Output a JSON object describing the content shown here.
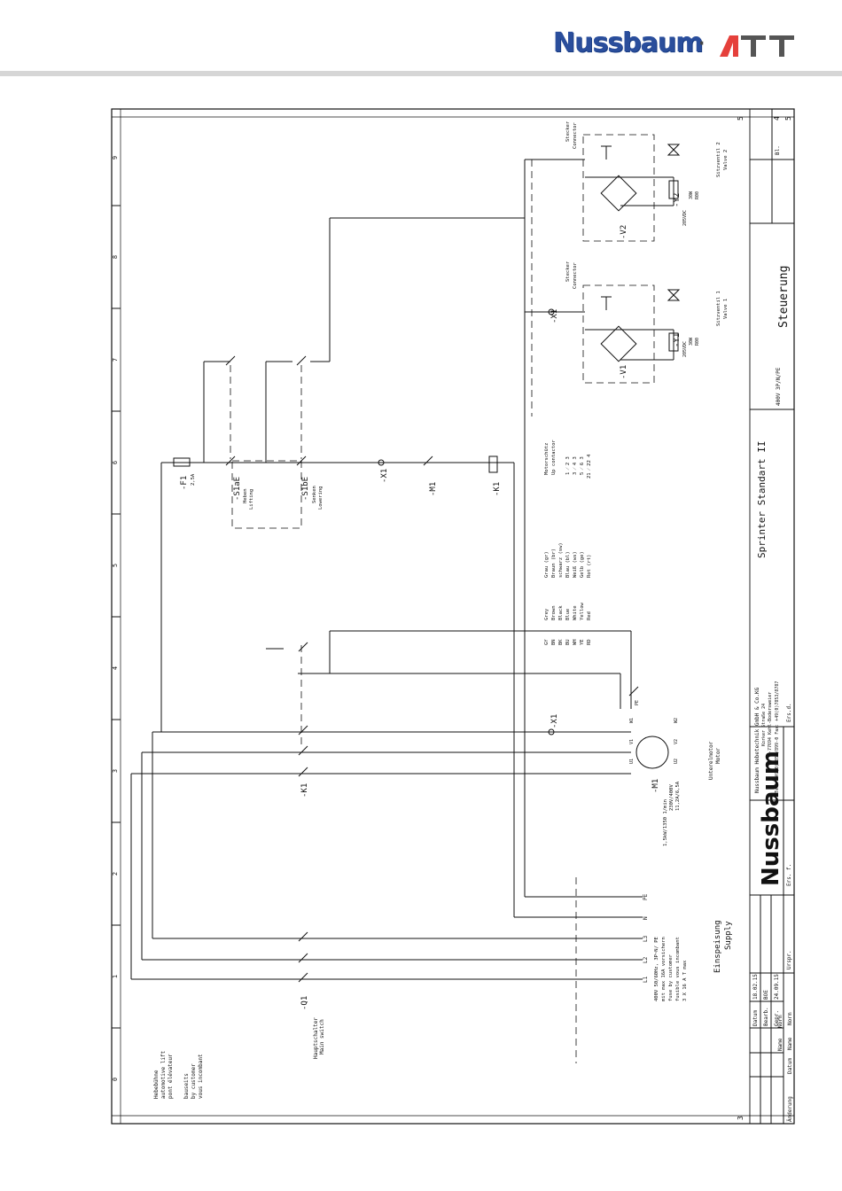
{
  "header": {
    "logo_text": "Nussbaum",
    "separator": "·",
    "att_text": "ATT"
  },
  "sheet": {
    "title": "Steuerung",
    "product": "Sprinter Standart II",
    "voltage": "400V 3P/N/PE",
    "company": "Nussbaum Hebetechnik GmbH & Co.KG",
    "street": "Korker Straße 24",
    "city": "D-77694 Kehl-Bodersweier",
    "phone": "Tel. +49(0)7853/899-0   Fax: +49(0)7853/8787",
    "sheet_no": "5",
    "sheet_of": "4",
    "sheet_label": "Bl.",
    "page_corner_top": "5",
    "page_corner_bottom": "3",
    "grid_columns": [
      "0",
      "1",
      "2",
      "3",
      "4",
      "5",
      "6",
      "7",
      "8",
      "9"
    ],
    "revision_labels": [
      "Änderung",
      "Datum",
      "Name",
      "Norm"
    ],
    "date_rows": [
      {
        "label": "Datum",
        "value": "18.02.15"
      },
      {
        "label": "Bearb.",
        "value": "BOE"
      },
      {
        "label": "Gepr.",
        "value": "24.09.15"
      },
      {
        "label": "Name",
        "value": "Norm"
      }
    ],
    "ursprung": "Urspr.",
    "ersatz_fuer": "Ers. f.",
    "ersetzt_durch": "Ers.d."
  },
  "left_notes": {
    "hebebuhne": [
      "Hebebühne",
      "automotive lift",
      "pont élévateur"
    ],
    "bauseits": [
      "bauseits",
      "by customer",
      "vous incombant"
    ],
    "hauptschalter": [
      "Hauptschalter",
      "Main switch"
    ]
  },
  "supply": {
    "title": "Einspeisung",
    "subtitle": "Supply",
    "lines": [
      "L1",
      "L2",
      "L3",
      "N",
      "PE"
    ],
    "spec": [
      "400V 50/60Hz, 3P~N/ PE",
      "mit max 16A vorsichern",
      "fuse by customer",
      "fusible vous incombant",
      "3 X 16 A T max"
    ]
  },
  "motor": {
    "ref": "-M1",
    "spec": [
      "1,5kW/1350 1/min",
      "230V/400V",
      "11,2A/6,5A"
    ],
    "label": [
      "Unterelmotor",
      "Motor"
    ],
    "terminals": [
      "U1",
      "V1",
      "W1",
      "U2",
      "V2",
      "W2",
      "PE"
    ]
  },
  "components": {
    "Q1": "-Q1",
    "K1": "-K1",
    "F1": "-F1",
    "F1_rating": "2,5A",
    "S1aE": "-S1aE",
    "S1aE_label": [
      "Heben",
      "Lifting"
    ],
    "S1bE": "-S1bE",
    "S1bE_label": [
      "Senken",
      "Lowering"
    ],
    "X1": "-X1",
    "M1_temp": "-M1",
    "K1_coil": "-K1",
    "V1": "-V1",
    "V2": "-V2",
    "Y1": "-Y1",
    "Y2": "-Y2",
    "valve_spec": [
      "205VDC",
      "30W",
      "R00"
    ],
    "valve1_label": [
      "Sitzventil 1",
      "Valve 1"
    ],
    "valve2_label": [
      "Sitzventil 2",
      "Valve 2"
    ],
    "connector_label": [
      "Stecker",
      "Connector"
    ]
  },
  "color_table": {
    "codes": [
      "GY",
      "BN",
      "BK",
      "BU",
      "WH",
      "YE",
      "RD"
    ],
    "en": [
      "Grey",
      "Brown",
      "Black",
      "Blue",
      "White",
      "Yellow",
      "Red"
    ],
    "de": [
      "Grau (gr)",
      "Braun (br)",
      "schwarz (sw)",
      "Blau (bl)",
      "Weiß (ws)",
      "Gelb (ge)",
      "Rot (rt)"
    ]
  },
  "contactor": {
    "title": [
      "Motorschütz",
      "Up contactor"
    ],
    "rows": [
      "1 ⁄ 2 3",
      "3 ⁄ 4 3",
      "5 ⁄ 6 3",
      "21 ⁄ 22 4"
    ]
  }
}
